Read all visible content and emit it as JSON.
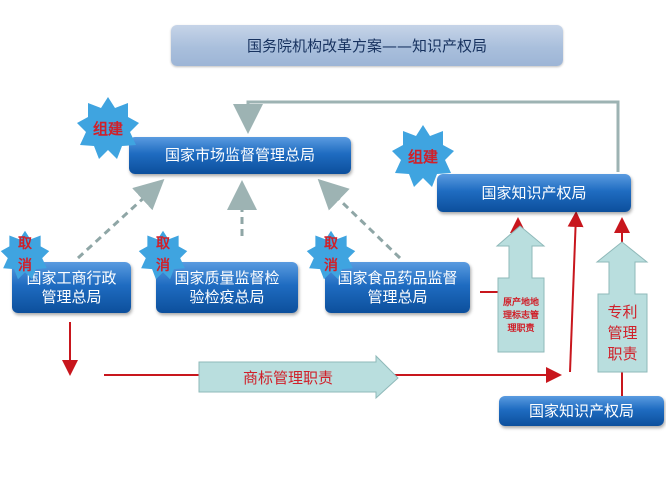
{
  "title": "国务院机构改革方案——知识产权局",
  "boxes": {
    "samr": "国家市场监督管理总局",
    "cnipa_top": "国家知识产权局",
    "saic": "国家工商行政管理总局",
    "aqsiq": "国家质量监督检验检疫总局",
    "cfda": "国家食品药品监督管理总局",
    "cnipa_bottom": "国家知识产权局"
  },
  "badges": {
    "establish_left": "组建",
    "establish_right": "组建",
    "cancel_1": "取消",
    "cancel_2": "取消",
    "cancel_3": "取消"
  },
  "notes": {
    "geo_indication": "原产地地理标志管理职责",
    "patent": "专利管理职责",
    "trademark": "商标管理职责"
  },
  "colors": {
    "box_blue": "#1f6cc1",
    "badge_blue": "#3fa4e0",
    "note_teal": "#b9dede",
    "arrow_red": "#c8161d",
    "arrow_gray": "#8fa6a6"
  }
}
